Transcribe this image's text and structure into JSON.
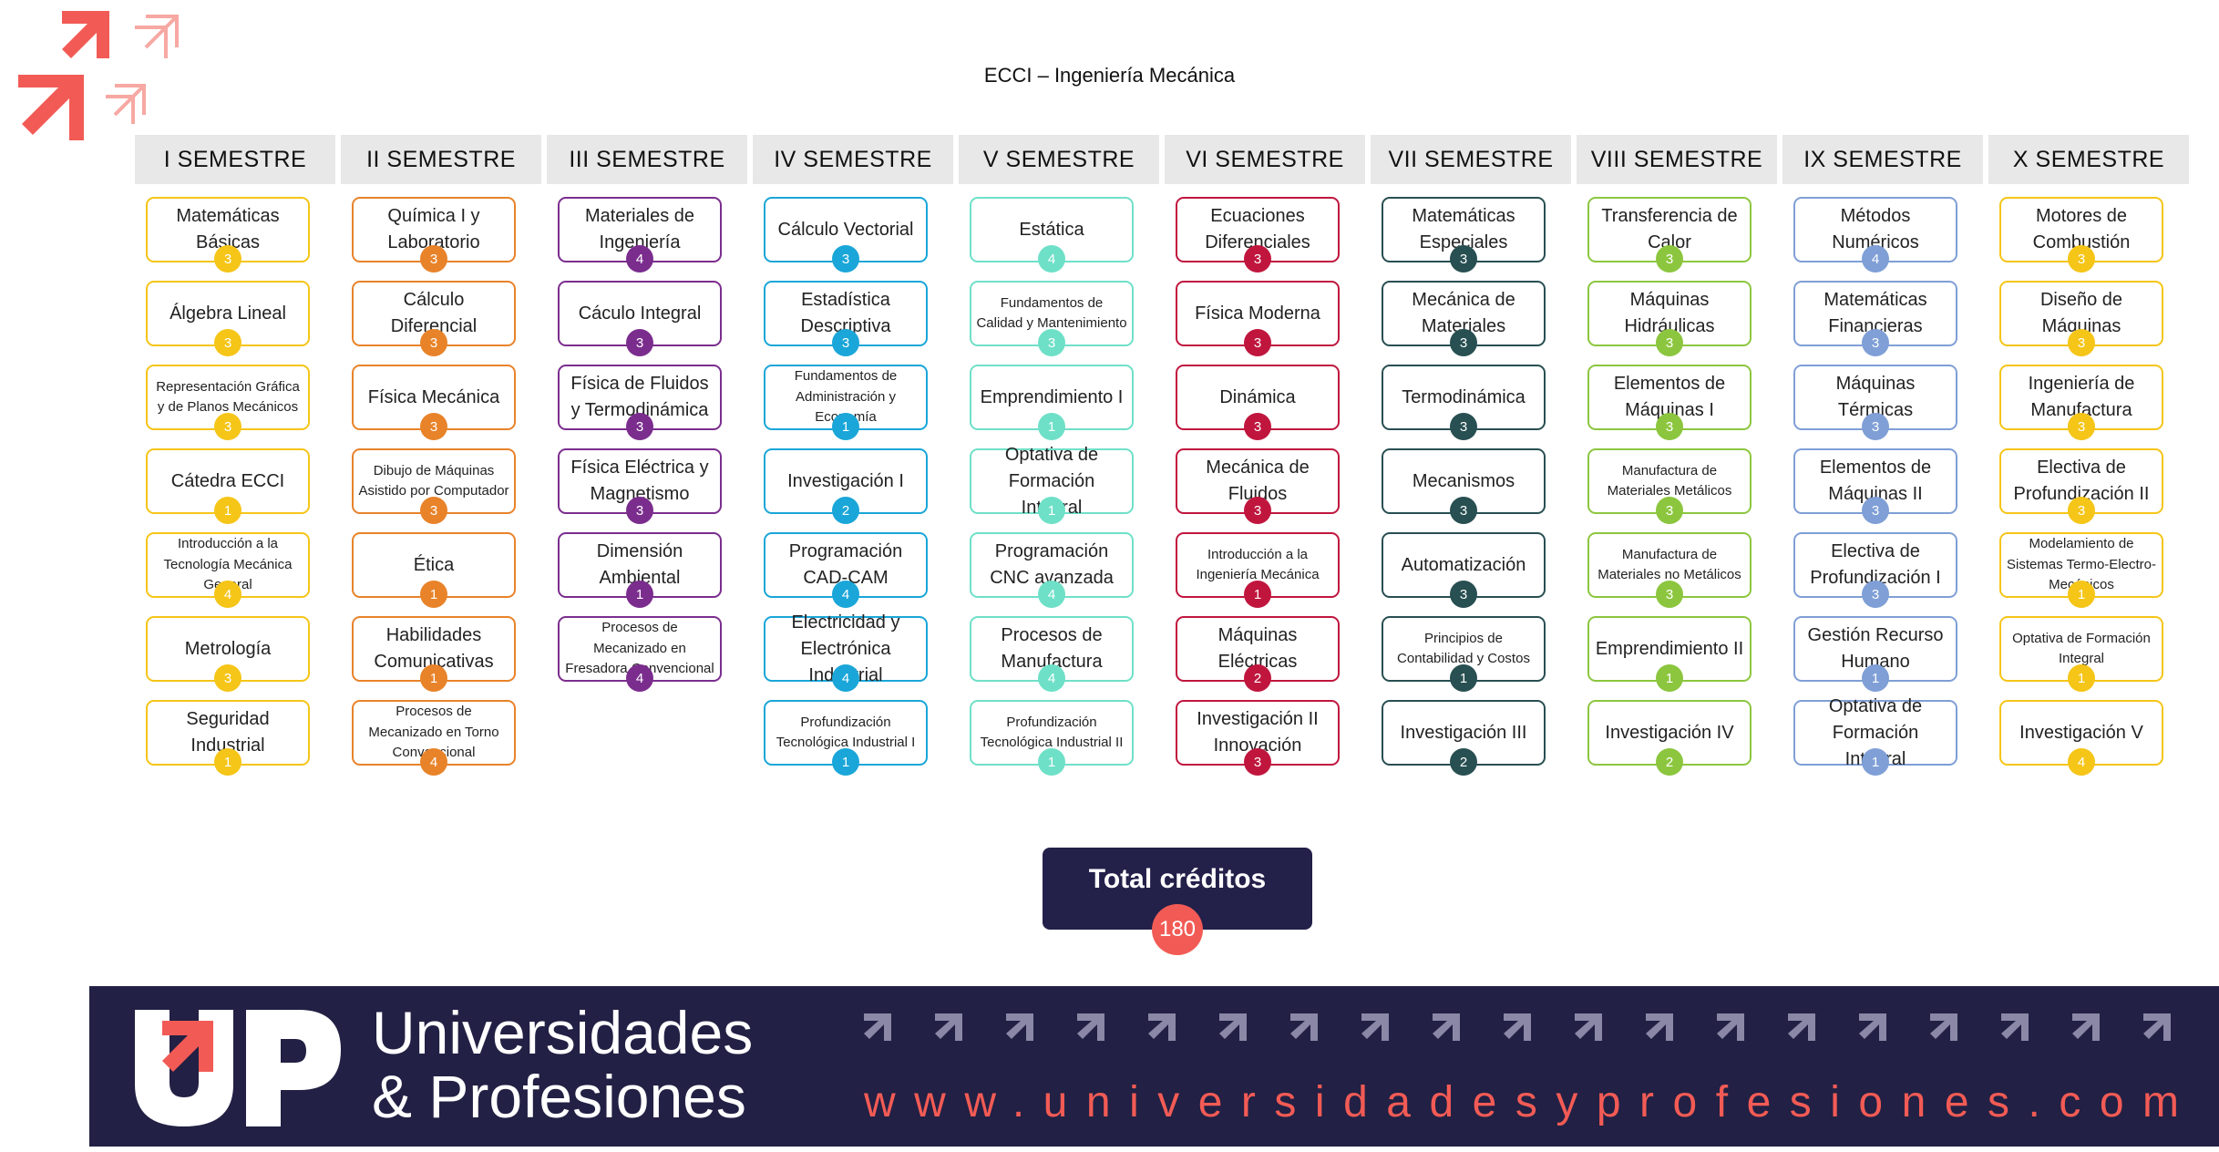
{
  "title": "ECCI – Ingeniería Mecánica",
  "colors": {
    "header_bg": "#e8e8e8",
    "dark_navy": "#23204a",
    "accent_red": "#f25b55",
    "sem1": "#f5c518",
    "sem2": "#e8832a",
    "sem3": "#7b2d8e",
    "sem4": "#1aa6d8",
    "sem5": "#6fe0c8",
    "sem6": "#c0163e",
    "sem7": "#284f52",
    "sem8": "#8cc63f",
    "sem9": "#7f9fd6",
    "sem10": "#f5c518"
  },
  "semesters": [
    {
      "name": "I SEMESTRE",
      "color": "#f5c518",
      "courses": [
        {
          "label": "Matemáticas Básicas",
          "credits": "3"
        },
        {
          "label": "Álgebra Lineal",
          "credits": "3"
        },
        {
          "label": "Representación Gráfica y de Planos Mecánicos",
          "credits": "3",
          "small": true
        },
        {
          "label": "Cátedra ECCI",
          "credits": "1"
        },
        {
          "label": "Introducción a la Tecnología Mecánica General",
          "credits": "4",
          "small": true
        },
        {
          "label": "Metrología",
          "credits": "3"
        },
        {
          "label": "Seguridad Industrial",
          "credits": "1"
        }
      ]
    },
    {
      "name": "II SEMESTRE",
      "color": "#e8832a",
      "courses": [
        {
          "label": "Química I y Laboratorio",
          "credits": "3"
        },
        {
          "label": "Cálculo Diferencial",
          "credits": "3"
        },
        {
          "label": "Física Mecánica",
          "credits": "3"
        },
        {
          "label": "Dibujo de Máquinas Asistido por Computador",
          "credits": "3",
          "small": true
        },
        {
          "label": "Ética",
          "credits": "1"
        },
        {
          "label": "Habilidades Comunicativas",
          "credits": "1"
        },
        {
          "label": "Procesos de Mecanizado en Torno Convencional",
          "credits": "4",
          "small": true
        }
      ]
    },
    {
      "name": "III SEMESTRE",
      "color": "#7b2d8e",
      "courses": [
        {
          "label": "Materiales de Ingeniería",
          "credits": "4"
        },
        {
          "label": "Cáculo Integral",
          "credits": "3"
        },
        {
          "label": "Física de Fluidos y Termodinámica",
          "credits": "3"
        },
        {
          "label": "Física Eléctrica y Magnetismo",
          "credits": "3"
        },
        {
          "label": "Dimensión Ambiental",
          "credits": "1"
        },
        {
          "label": "Procesos de Mecanizado en Fresadora Convencional",
          "credits": "4",
          "small": true
        }
      ]
    },
    {
      "name": "IV SEMESTRE",
      "color": "#1aa6d8",
      "courses": [
        {
          "label": "Cálculo Vectorial",
          "credits": "3"
        },
        {
          "label": "Estadística Descriptiva",
          "credits": "3"
        },
        {
          "label": "Fundamentos de Administración y Economía",
          "credits": "1",
          "small": true
        },
        {
          "label": "Investigación I",
          "credits": "2"
        },
        {
          "label": "Programación CAD-CAM",
          "credits": "4"
        },
        {
          "label": "Electricidad y Electrónica Industrial",
          "credits": "4"
        },
        {
          "label": "Profundización Tecnológica Industrial I",
          "credits": "1",
          "small": true
        }
      ]
    },
    {
      "name": "V SEMESTRE",
      "color": "#6fe0c8",
      "courses": [
        {
          "label": "Estática",
          "credits": "4"
        },
        {
          "label": "Fundamentos de Calidad y Mantenimiento",
          "credits": "3",
          "small": true
        },
        {
          "label": "Emprendimiento I",
          "credits": "1"
        },
        {
          "label": "Optativa de Formación Integral",
          "credits": "1"
        },
        {
          "label": "Programación CNC avanzada",
          "credits": "4"
        },
        {
          "label": "Procesos de Manufactura",
          "credits": "4"
        },
        {
          "label": "Profundización Tecnológica Industrial II",
          "credits": "1",
          "small": true
        }
      ]
    },
    {
      "name": "VI SEMESTRE",
      "color": "#c0163e",
      "courses": [
        {
          "label": "Ecuaciones Diferenciales",
          "credits": "3"
        },
        {
          "label": "Física Moderna",
          "credits": "3"
        },
        {
          "label": "Dinámica",
          "credits": "3"
        },
        {
          "label": "Mecánica de Fluidos",
          "credits": "3"
        },
        {
          "label": "Introducción a la Ingeniería Mecánica",
          "credits": "1",
          "small": true
        },
        {
          "label": "Máquinas Eléctricas",
          "credits": "2"
        },
        {
          "label": "Investigación II Innovación",
          "credits": "3"
        }
      ]
    },
    {
      "name": "VII SEMESTRE",
      "color": "#284f52",
      "courses": [
        {
          "label": "Matemáticas Especiales",
          "credits": "3"
        },
        {
          "label": "Mecánica de Materiales",
          "credits": "3"
        },
        {
          "label": "Termodinámica",
          "credits": "3"
        },
        {
          "label": "Mecanismos",
          "credits": "3"
        },
        {
          "label": "Automatización",
          "credits": "3"
        },
        {
          "label": "Principios de Contabilidad y Costos",
          "credits": "1",
          "small": true
        },
        {
          "label": "Investigación III",
          "credits": "2"
        }
      ]
    },
    {
      "name": "VIII SEMESTRE",
      "color": "#8cc63f",
      "courses": [
        {
          "label": "Transferencia de Calor",
          "credits": "3"
        },
        {
          "label": "Máquinas Hidráulicas",
          "credits": "3"
        },
        {
          "label": "Elementos de Máquinas I",
          "credits": "3"
        },
        {
          "label": "Manufactura de Materiales Metálicos",
          "credits": "3",
          "small": true
        },
        {
          "label": "Manufactura de Materiales no Metálicos",
          "credits": "3",
          "small": true
        },
        {
          "label": "Emprendimiento II",
          "credits": "1"
        },
        {
          "label": "Investigación IV",
          "credits": "2"
        }
      ]
    },
    {
      "name": "IX SEMESTRE",
      "color": "#7f9fd6",
      "courses": [
        {
          "label": "Métodos Numéricos",
          "credits": "4"
        },
        {
          "label": "Matemáticas Financieras",
          "credits": "3"
        },
        {
          "label": "Máquinas Térmicas",
          "credits": "3"
        },
        {
          "label": "Elementos de Máquinas II",
          "credits": "3"
        },
        {
          "label": "Electiva de Profundización I",
          "credits": "3"
        },
        {
          "label": "Gestión Recurso Humano",
          "credits": "1"
        },
        {
          "label": "Optativa de Formación Integral",
          "credits": "1"
        }
      ]
    },
    {
      "name": "X SEMESTRE",
      "color": "#f5c518",
      "courses": [
        {
          "label": "Motores de Combustión",
          "credits": "3"
        },
        {
          "label": "Diseño de Máquinas",
          "credits": "3"
        },
        {
          "label": "Ingeniería de Manufactura",
          "credits": "3"
        },
        {
          "label": "Electiva de Profundización II",
          "credits": "3"
        },
        {
          "label": "Modelamiento de Sistemas Termo-Electro-Mecánicos",
          "credits": "1",
          "small": true
        },
        {
          "label": "Optativa de Formación Integral",
          "credits": "1",
          "small": true
        },
        {
          "label": "Investigación V",
          "credits": "4"
        }
      ]
    }
  ],
  "total": {
    "label": "Total créditos",
    "value": "180"
  },
  "footer": {
    "brand_line1": "Universidades",
    "brand_line2": "& Profesiones",
    "url": "www.universidadesyprofesiones.com",
    "logo_letters": "UP"
  }
}
